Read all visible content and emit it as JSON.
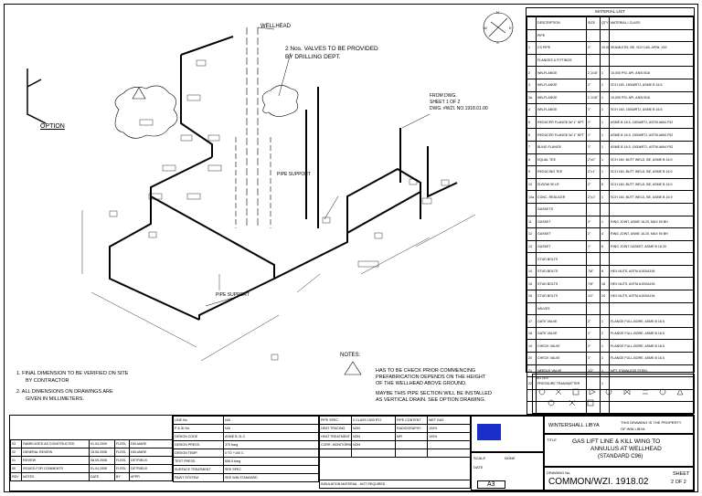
{
  "drawing": {
    "wellhead": "WELLHEAD",
    "valve_note_1": "2 Nos. VALVES TO BE PROVIDED",
    "valve_note_2": "BY DRILLING DEPT.",
    "from_dwg_1": "FROM DWG.",
    "from_dwg_2": "SHEET 1 OF 2",
    "from_dwg_3": "DWG. #WZI. NO.1918.01.00",
    "pipe_support_1": "PIPE SUPPORT",
    "pipe_support_2": "PIPE SUPPORT",
    "option_label": "OPTION",
    "notes_title": "NOTES:",
    "warning_1": "HAS TO BE CHECK PRIOR COMMENCING",
    "warning_2": "PREFABRICATION DEPENDS ON THE HEIGHT",
    "warning_3": "OF THE WELLHEAD ABOVE GROUND.",
    "warning_4": "MAYBE THIS PIPE SECTION WILL BE INSTALLED",
    "warning_5": "AS VERTICAL DRAIN. SEE OPTION DRAWING.",
    "note1_a": "1.  FINAL DIMENSION TO BE  VERIFIED ON SITE",
    "note1_b": "BY CONTRACTOR",
    "note2_a": "2.  ALL DIMENSIONS ON DRAWINGS ARE",
    "note2_b": "GIVEN IN MILLIMETERS.",
    "compass": [
      "N",
      "E",
      "S",
      "W"
    ]
  },
  "material_list": {
    "title": "MATERIAL LIST",
    "headers": [
      "",
      "DESCRIPTION",
      "SIZE",
      "QTY",
      "MATERIAL / CLASS"
    ],
    "rows": [
      [
        "",
        "PIPE",
        "",
        "",
        ""
      ],
      [
        "1",
        "CS PIPE",
        "2\"",
        "10.00",
        "SEAMLESS, BE, SCH 160, API5L X52"
      ],
      [
        "",
        "FLANGES & FITTINGS",
        "",
        "",
        ""
      ],
      [
        "2",
        "WN-FLANGE",
        "2 1/16\"",
        "1",
        "10,000 PSI, API, ANSI B16"
      ],
      [
        "3",
        "WN-FLANGE",
        "2\"",
        "1",
        "SCH 160, 1500#RTJ, ASME B 16.5"
      ],
      [
        "3a",
        "WN-FLANGE",
        "2 1/16\"",
        "1",
        "10,000 PSI, API, ANSI B16"
      ],
      [
        "4",
        "WN-FLANGE",
        "1\"",
        "1",
        "SCH 160, 1500#RTJ, ASME B 16.5"
      ],
      [
        "5",
        "REDUCER FLANGE W/ 1\" NPT",
        "2\"",
        "1",
        "ASME B 16.5, 1500#RTJ, ASTM A694 F52"
      ],
      [
        "6",
        "REDUCER FLANGE W/ 1\" NPT",
        "1\"",
        "1",
        "ASME B 16.5, 1500#RTJ, ASTM A694 F52"
      ],
      [
        "7",
        "BLIND FLANGE",
        "1\"",
        "1",
        "ASME B 16.5, 1500#RTJ, ASTM A694 F52"
      ],
      [
        "8",
        "EQUAL TEE",
        "2\"x2\"",
        "1",
        "SCH 160, BUTT WELD, BE, ASME B 16.9"
      ],
      [
        "9",
        "REDUCING TEE",
        "2\"x1\"",
        "1",
        "SCH 160, BUTT WELD, BE, ASME B 16.9"
      ],
      [
        "10",
        "ELBOW 90 LR",
        "2\"",
        "6",
        "SCH 160, BUTT WELD, BE, ASME B 16.9"
      ],
      [
        "10a",
        "CONC. REDUCER",
        "2\"x1\"",
        "1",
        "SCH 160, BUTT WELD, BE, ASME B 16.9"
      ],
      [
        "",
        "GASKETS",
        "",
        "",
        ""
      ],
      [
        "11",
        "GASKET",
        "2\"",
        "1",
        "RING JOINT, ASME 16.20, MAX 90 BH"
      ],
      [
        "12",
        "GASKET",
        "2\"",
        "4",
        "RING JOINT, ASME 16.20, MAX 90 BH"
      ],
      [
        "13",
        "GASKET",
        "1\"",
        "6",
        "RING JOINT GASKET, ASME B 16.20"
      ],
      [
        "",
        "STUD BOLTS",
        "",
        "",
        ""
      ],
      [
        "14",
        "STUD BOLTS",
        "7/8\"",
        "8",
        "HEX NUTS, ASTM A193/A194"
      ],
      [
        "15",
        "STUD BOLTS",
        "7/8\"",
        "16",
        "HEX NUTS, ASTM A193/A194"
      ],
      [
        "16",
        "STUD BOLTS",
        "1/2\"",
        "24",
        "HEX NUTS, ASTM A193/A194"
      ],
      [
        "",
        "VALVES",
        "",
        "",
        ""
      ],
      [
        "17",
        "GATE VALVE",
        "2\"",
        "1",
        "FLANGE FULL-BORE, ASME B 16.5"
      ],
      [
        "18",
        "GATE VALVE",
        "1\"",
        "2",
        "FLANGE FULL-BORE, ASME B 16.5"
      ],
      [
        "19",
        "CHECK VALVE",
        "2\"",
        "1",
        "FLANGE FULL-BORE, ASME B 16.5"
      ],
      [
        "20",
        "CHECK VALVE",
        "1\"",
        "1",
        "FLANGE FULL-BORE, ASME B 16.5"
      ],
      [
        "21",
        "NEEDLE VALVE",
        "1/2\"",
        "1",
        "NPT, STAINLESS STEEL"
      ],
      [
        "22",
        "PRESSURE TRANSMITTER",
        "",
        "1",
        ""
      ],
      [
        "",
        "",
        "",
        "",
        ""
      ],
      [
        "",
        "",
        "",
        "",
        ""
      ]
    ]
  },
  "legend_title": "NOTES",
  "title_block": {
    "company": "WINTERSHALL LIBYA",
    "property": "THIS DRAWING IS THE PROPERTY OF WIN LIBYA",
    "title_1": "GAS LIFT LINE & KILL WING TO",
    "title_2": "ANNULUS AT WELLHEAD",
    "title_3": "(STANDARD C96)",
    "drawing_no_label": "DRAWING No.",
    "drawing_no": "COMMON/WZI. 1918.02",
    "sheet_label": "SHEET",
    "sheet": "2 OF 2",
    "size": "A3",
    "title_label": "TITLE",
    "scale_label": "SCALE",
    "scale": "NONE",
    "date_label": "DATE",
    "insulation": "INSULATION MATERIAL : NOT REQUIRED"
  },
  "revisions": [
    [
      "03",
      "FABRICATED AS CONSTRUCTED",
      "01.04.2009",
      "FLEEL",
      "DELMARE"
    ],
    [
      "02",
      "GENERAL REVIEW",
      "15.06.2008",
      "FLEEL",
      "DELMARE"
    ],
    [
      "01",
      "REVIEW",
      "08.05.2008",
      "FLEEL",
      "DETRIEUX"
    ],
    [
      "00",
      "ISSUED FOR COMMENTS",
      "01.04.2008",
      "FLEEL",
      "DETRIEUX"
    ],
    [
      "REV",
      "NOTES",
      "DATE",
      "BY",
      "APPR"
    ]
  ],
  "design_data": [
    [
      "LINE No.",
      "N/A"
    ],
    [
      "P & ID No.",
      "N/A"
    ],
    [
      "DESIGN CODE",
      "ASME B 31.3"
    ],
    [
      "DESIGN PRESS.",
      "370 barg"
    ],
    [
      "DESIGN TEMP.",
      "0 TO +100 C"
    ],
    [
      "TEST PRESS.",
      "556.5 barg"
    ],
    [
      "SURFACE TREATMENT",
      "SEE SPEC"
    ],
    [
      "PAINT SYSTEM",
      "SEE WIN STANDARD"
    ]
  ],
  "inspection_data": [
    [
      "PIPE SPEC",
      "0 CLASS 1500 RTJ",
      "PIPE CONTENT",
      "WET GAS"
    ],
    [
      "HEAT TRACING",
      "NON",
      "RADIOGRAPHY",
      "100%"
    ],
    [
      "HEAT TREATMENT",
      "NON",
      "MPI",
      "100%"
    ],
    [
      "CORR. MONITORING",
      "NON",
      "",
      ""
    ],
    [
      "",
      "",
      "",
      ""
    ]
  ]
}
